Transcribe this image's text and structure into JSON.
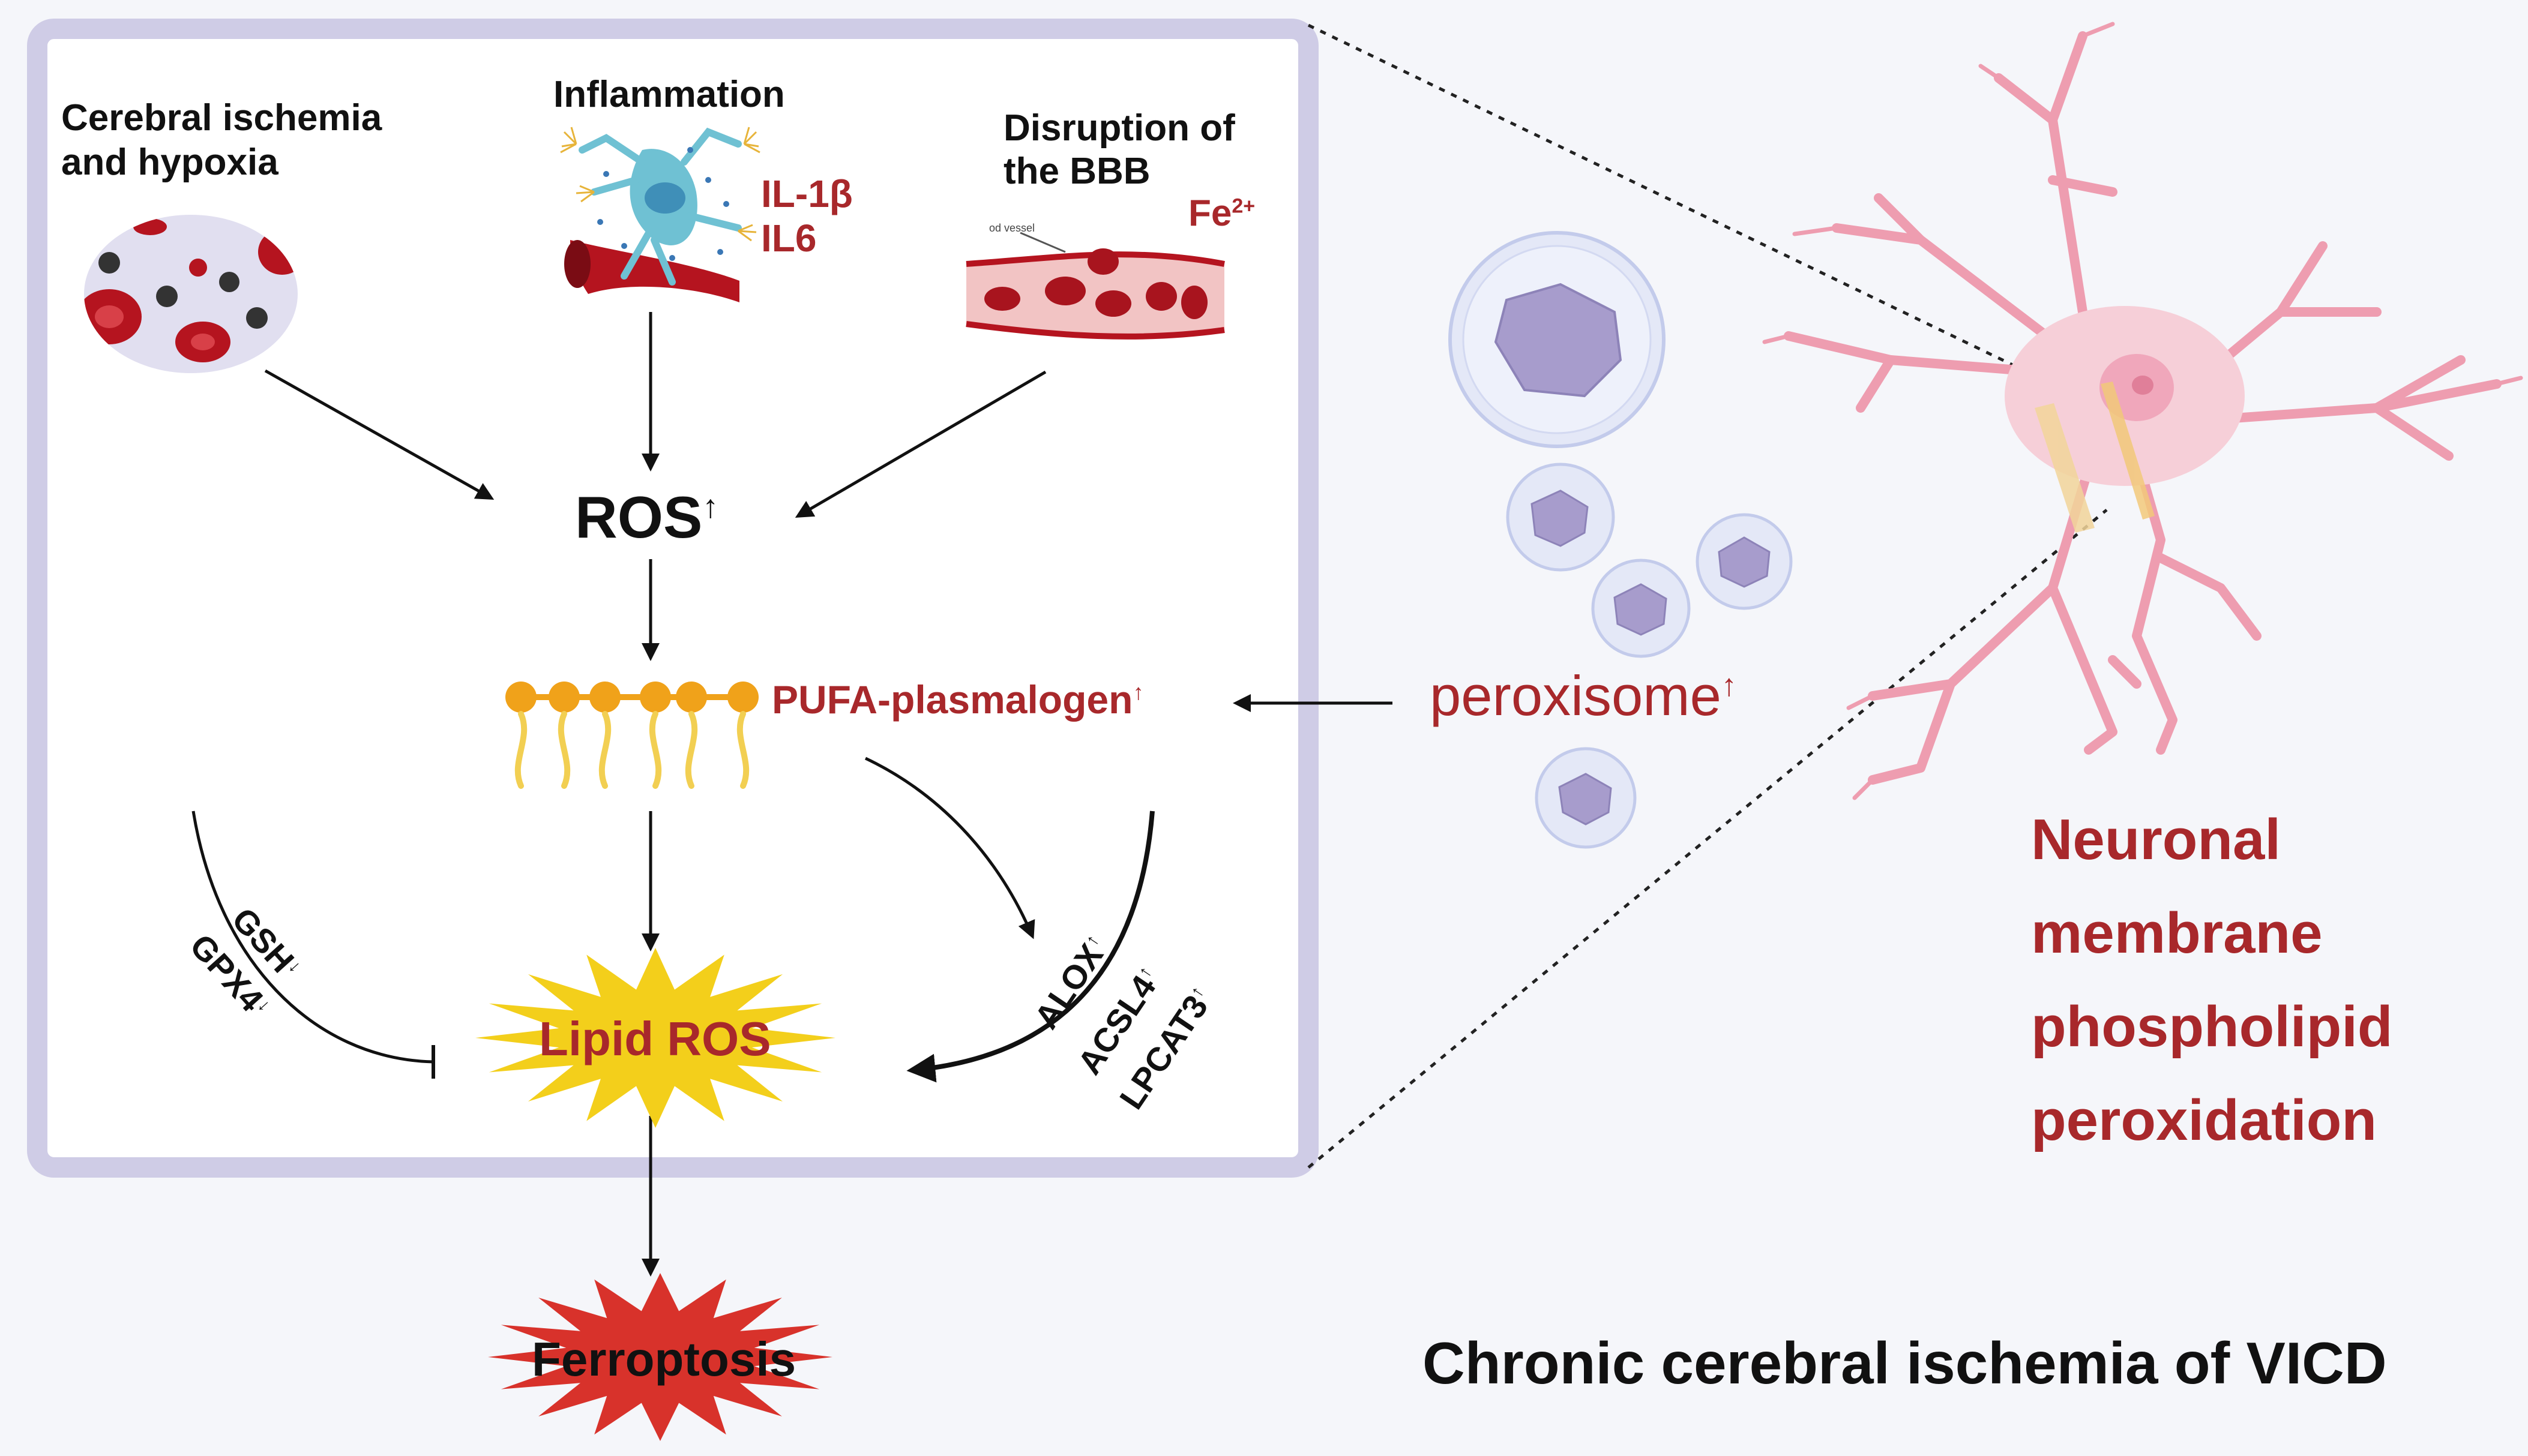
{
  "causes": {
    "ischemia": "Cerebral ischemia\nand hypoxia",
    "inflammation": "Inflammation",
    "il1b": "IL-1β",
    "il6": "IL6",
    "bbb": "Disruption of\nthe BBB",
    "fe": "Fe",
    "fe_sup": "2+",
    "vessel_tag": "od vessel"
  },
  "ros": {
    "label": "ROS",
    "arrow": "↑"
  },
  "pufa": {
    "label": "PUFA-plasmalogen",
    "arrow": "↑"
  },
  "peroxisome": {
    "label": "peroxisome",
    "arrow": "↑"
  },
  "left_regulators": [
    {
      "name": "GSH",
      "arrow": "↓"
    },
    {
      "name": "GPX4",
      "arrow": "↓"
    }
  ],
  "right_regulators": [
    {
      "name": "ALOX",
      "arrow": "↑"
    },
    {
      "name": "ACSL4",
      "arrow": "↑"
    },
    {
      "name": "LPCAT3",
      "arrow": "↑"
    }
  ],
  "lipid_ros": "Lipid ROS",
  "ferroptosis": "Ferroptosis",
  "neuronal_label": "Neuronal\nmembrane\nphospholipid\nperoxidation",
  "footer": "Chronic cerebral ischemia of VICD",
  "colors": {
    "panel_border": "#cfcce6",
    "dark_red": "#a8282b",
    "lipid_head": "#f0a21a",
    "lipid_tail": "#f2cf52",
    "star_yellow": "#f3cf1b",
    "star_red": "#d8322b",
    "neuron": "#f6cfd8",
    "peroxisome": "#d7dcf3"
  }
}
